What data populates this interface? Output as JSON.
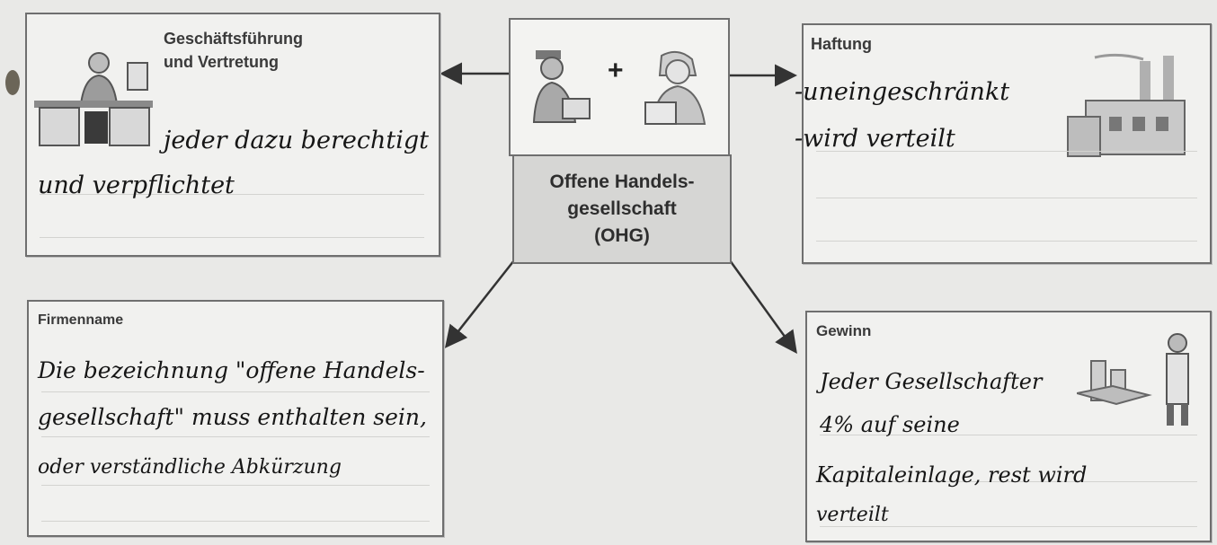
{
  "center": {
    "label": "Offene Handels-\ngesellschaft\n(OHG)",
    "plus_sign": "+"
  },
  "boxes": {
    "geschaeftsfuehrung": {
      "title": "Geschäftsführung\nund Vertretung",
      "lines": [
        "jeder dazu berechtigt",
        "und verpflichtet"
      ]
    },
    "haftung": {
      "title": "Haftung",
      "lines": [
        "-uneingeschränkt",
        "-wird verteilt"
      ]
    },
    "firmenname": {
      "title": "Firmenname",
      "lines": [
        "Die bezeichnung \"offene Handels-",
        "gesellschaft\" muss enthalten sein,",
        "oder verständliche Abkürzung"
      ]
    },
    "gewinn": {
      "title": "Gewinn",
      "lines": [
        "Jeder Gesellschafter",
        "4% auf seine",
        "Kapitaleinlage, rest wird",
        "verteilt"
      ]
    }
  },
  "icons": {
    "partner_left": "partner-figure-icon",
    "partner_right": "partner-figure-icon",
    "office": "office-desk-icon",
    "factory": "factory-icon",
    "money": "money-stack-icon"
  }
}
